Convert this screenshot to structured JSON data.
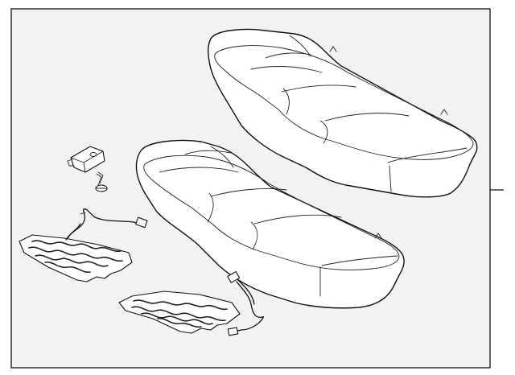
{
  "diagram": {
    "parts": [
      {
        "id": "frame",
        "name": "illustration-frame"
      },
      {
        "id": "upper_cushion",
        "name": "rear-seat-cushion-upper"
      },
      {
        "id": "lower_cushion",
        "name": "rear-seat-cushion-lower"
      },
      {
        "id": "clip",
        "name": "mounting-clip"
      },
      {
        "id": "screw",
        "name": "screw"
      },
      {
        "id": "heater_left",
        "name": "seat-heater-pad-left"
      },
      {
        "id": "heater_right",
        "name": "seat-heater-pad-right"
      },
      {
        "id": "harness_left",
        "name": "wiring-harness-left"
      },
      {
        "id": "harness_right",
        "name": "wiring-harness-right"
      },
      {
        "id": "callout",
        "name": "callout-leader-line"
      }
    ],
    "colors": {
      "background": "#ffffff",
      "panel": "#f2f2f2",
      "line": "#111111"
    }
  }
}
